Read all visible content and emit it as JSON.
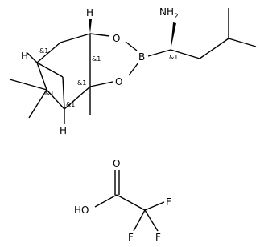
{
  "molecules": [
    {
      "atoms": {
        "h_top": "H",
        "h_left": "H",
        "h_bottom": "H",
        "o_upper": "O",
        "o_lower": "O",
        "boron": "B",
        "amine": "NH",
        "amine_subscript": "2"
      },
      "stereo_labels": {
        "c1": "&1",
        "c2": "&1",
        "c3": "&1",
        "c4": "&1",
        "c5": "&1",
        "c6": "&1"
      }
    },
    {
      "atoms": {
        "carbonyl_o": "O",
        "hydroxyl": "HO",
        "f_right": "F",
        "f_lower_left": "F",
        "f_lower_right": "F"
      }
    }
  ],
  "colors": {
    "ink": "#000000",
    "background": "#ffffff"
  }
}
